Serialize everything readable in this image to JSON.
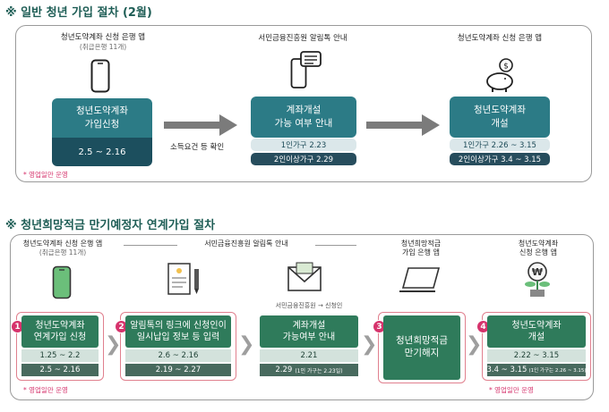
{
  "s1": {
    "title": "※ 일반 청년 가입 절차 (2월)",
    "c1": {
      "caption": "청년도약계좌 신청 은행 앱",
      "sub": "(취급은행 11개)",
      "box": "청년도약계좌\n가입신청",
      "pill": "2.5 ~ 2.16",
      "note": "* 영업일만 운영"
    },
    "arrow_label": "소득요건 등 확인",
    "c2": {
      "caption": "서민금융진흥원 알림톡 안내",
      "box": "계좌개설\n가능 여부 안내",
      "pill1": "1인가구 2.23",
      "pill2": "2인이상가구 2.29"
    },
    "c3": {
      "caption": "청년도약계좌 신청 은행 앱",
      "box": "청년도약계좌\n개설",
      "pill1": "1인가구 2.26 ~ 3.15",
      "pill2": "2인이상가구 3.4 ~ 3.15"
    }
  },
  "s2": {
    "title": "※ 청년희망적금 만기예정자 연계가입 절차",
    "col1": {
      "caption": "청년도약계좌 신청 은행 앱",
      "sub": "(취급은행 11개)",
      "box": "청년도약계좌\n연계가입 신청",
      "pill1": "1.25 ~ 2.2",
      "pill2": "2.5 ~ 2.16",
      "note": "* 영업일만 운영",
      "badge": "1"
    },
    "caption_center": "서민금융진흥원 알림톡 안내",
    "col2": {
      "box": "알림톡의 링크에 신청인이\n일시납입 정보 등 입력",
      "pill1": "2.6 ~ 2.16",
      "pill2": "2.19 ~ 2.27",
      "badge": "2"
    },
    "col3": {
      "small": "서민금융진흥원 → 신청인",
      "box": "계좌개설\n가능여부 안내",
      "pill1": "2.21",
      "pill2": "2.29",
      "pill2_small": "(1인 가구는 2.23일)"
    },
    "col4": {
      "caption": "청년희망적금\n가입 은행 앱",
      "box": "청년희망적금\n만기해지",
      "badge": "3"
    },
    "col5": {
      "caption": "청년도약계좌\n신청 은행 앱",
      "box": "청년도약계좌\n개설",
      "pill1": "2.22 ~ 3.15",
      "pill2": "3.4 ~ 3.15",
      "pill2_small": "(1인 가구는 2.26 ~ 3.15)",
      "note": "* 영업일만 운영",
      "badge": "4"
    }
  }
}
